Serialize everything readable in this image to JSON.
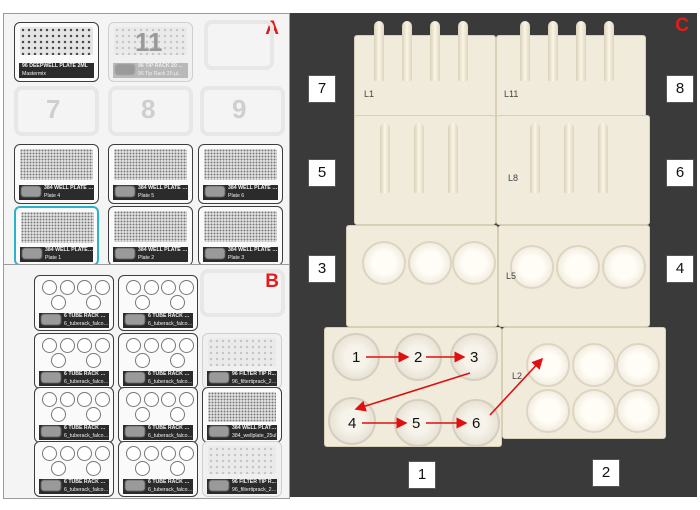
{
  "panel_letters": {
    "a": "A",
    "b": "B",
    "c": "C"
  },
  "slot_numbers": {
    "s7": "7",
    "s8": "8",
    "s9": "9",
    "s11": "11"
  },
  "panel_a": {
    "deepwell": {
      "line1": "96 DEEPWELL PLATE 2ML",
      "line2": "Mastermix"
    },
    "tiprack": {
      "line1": "96 TIP RACK 20 ...",
      "line2": "96 Tip Rack 20 µL"
    },
    "plates": [
      {
        "line1": "384 WELL PLATE 25 ...",
        "line2": "Plate 4"
      },
      {
        "line1": "384 WELL PLATE 25 ...",
        "line2": "Plate 5"
      },
      {
        "line1": "384 WELL PLATE 25 ...",
        "line2": "Plate 6"
      },
      {
        "line1": "384 WELL PLATE 2...",
        "line2": "Plate 1"
      },
      {
        "line1": "384 WELL PLATE 25 ...",
        "line2": "Plate 2"
      },
      {
        "line1": "384 WELL PLATE 25 ...",
        "line2": "Plate 3"
      }
    ]
  },
  "panel_b": {
    "tube_racks": [
      {
        "line1": "6 TUBE RACK WI...",
        "line2": "6_tuberack_falcon_..."
      },
      {
        "line1": "6 TUBE RACK WI...",
        "line2": "6_tuberack_falcon_..."
      },
      {
        "line1": "6 TUBE RACK WI...",
        "line2": "6_tuberack_falcon..."
      },
      {
        "line1": "6 TUBE RACK WI...",
        "line2": "6_tuberack_falcon..."
      },
      {
        "line1": "6 TUBE RACK WI...",
        "line2": "6_tuberack_falcon..."
      },
      {
        "line1": "6 TUBE RACK WI...",
        "line2": "6_tuberack_falcon..."
      },
      {
        "line1": "6 TUBE RACK WI...",
        "line2": "6_tuberack_falcon..."
      },
      {
        "line1": "6 TUBE RACK WI...",
        "line2": "6_tuberack_falcon..."
      }
    ],
    "filter_tip_1": {
      "line1": "96 FILTER TIP R...",
      "line2": "96_filtertiprack_20ul"
    },
    "plate_384": {
      "line1": "384 WELL PLATE 25 ...",
      "line2": "384_wellplate_25ul"
    },
    "filter_tip_2": {
      "line1": "96 FILTER TIP R...",
      "line2": "96_filtertiprack_20ul"
    }
  },
  "panel_c": {
    "module_labels": [
      "7",
      "8",
      "5",
      "6",
      "3",
      "4",
      "1",
      "2"
    ],
    "tube_numbers": [
      "1",
      "2",
      "3",
      "4",
      "5",
      "6"
    ],
    "rack_labels": [
      "L1",
      "L11",
      "L8",
      "L5",
      "L2"
    ]
  },
  "colors": {
    "accent_red": "#e21c1c",
    "selected_outline": "#29b3c8",
    "arrow": "#e01010"
  }
}
